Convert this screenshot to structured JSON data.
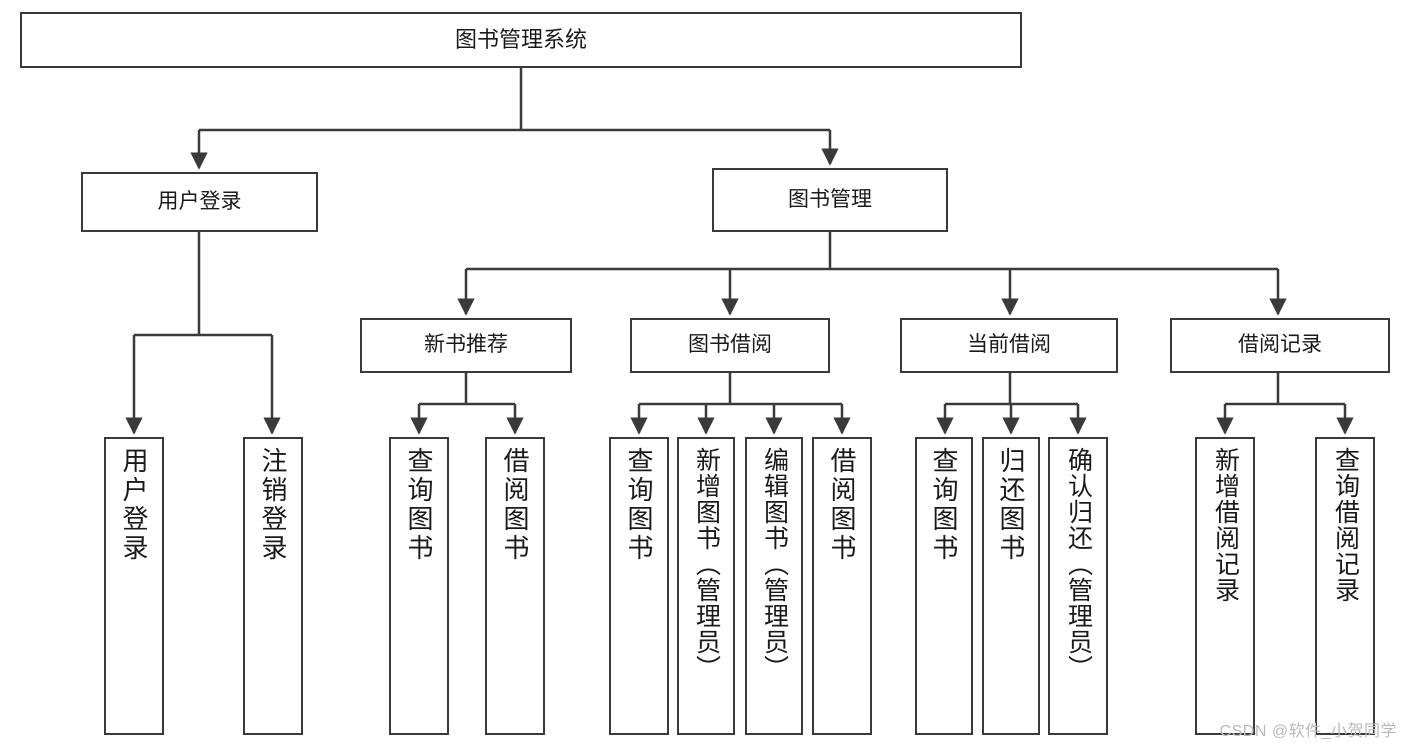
{
  "diagram": {
    "title": "图书管理系统",
    "type": "tree-hierarchy-diagram",
    "root": {
      "id": "root",
      "label": "图书管理系统"
    },
    "level1": [
      {
        "id": "user-login",
        "label": "用户登录"
      },
      {
        "id": "book-manage",
        "label": "图书管理"
      }
    ],
    "level2": [
      {
        "id": "new-book-rec",
        "label": "新书推荐",
        "parent": "book-manage"
      },
      {
        "id": "book-borrow",
        "label": "图书借阅",
        "parent": "book-manage"
      },
      {
        "id": "current-borrow",
        "label": "当前借阅",
        "parent": "book-manage"
      },
      {
        "id": "borrow-record",
        "label": "借阅记录",
        "parent": "book-manage"
      }
    ],
    "leaves": {
      "user_login": [
        {
          "id": "leaf-user-login",
          "label": "用户登录"
        },
        {
          "id": "leaf-logout",
          "label": "注销登录"
        }
      ],
      "new_book_rec": [
        {
          "id": "leaf-query-book-1",
          "label": "查询图书"
        },
        {
          "id": "leaf-borrow-book-1",
          "label": "借阅图书"
        }
      ],
      "book_borrow": [
        {
          "id": "leaf-query-book-2",
          "label": "查询图书"
        },
        {
          "id": "leaf-add-book",
          "label": "新增图书（管理员）"
        },
        {
          "id": "leaf-edit-book",
          "label": "编辑图书（管理员）"
        },
        {
          "id": "leaf-borrow-book-2",
          "label": "借阅图书"
        }
      ],
      "current_borrow": [
        {
          "id": "leaf-query-book-3",
          "label": "查询图书"
        },
        {
          "id": "leaf-return-book",
          "label": "归还图书"
        },
        {
          "id": "leaf-confirm-return",
          "label": "确认归还（管理员）"
        }
      ],
      "borrow_record": [
        {
          "id": "leaf-add-record",
          "label": "新增借阅记录"
        },
        {
          "id": "leaf-query-record",
          "label": "查询借阅记录"
        }
      ]
    }
  },
  "watermark": {
    "text": "CSDN @软件_小贺同学"
  },
  "colors": {
    "stroke": "#3a3a3a",
    "background": "#ffffff",
    "text": "#1a1a1a",
    "watermark": "#b9b9b9"
  }
}
